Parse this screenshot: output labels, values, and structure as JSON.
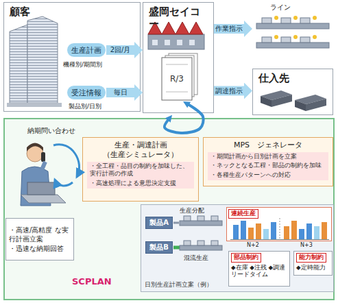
{
  "diagram": {
    "nodes": [
      {
        "text": [
          "顧客"
        ]
      },
      {
        "text": [
          "生産計画"
        ],
        "in": 0
      },
      {
        "text": [
          "受注情報"
        ],
        "in": 0
      },
      {
        "text": [
          "盛岡セイコー"
        ]
      },
      {
        "text": [
          "R/3"
        ],
        "in": 3
      },
      {
        "text": [
          "ライン"
        ]
      },
      {
        "text": [
          "仕入先"
        ]
      },
      {
        "text": [
          "SCPLAN"
        ]
      },
      {
        "text": [
          "生産・調達計画 （生産シミュレータ）",
          "・全工程・品目の制約を加味した、実行計画の作成",
          "・高速処理による意思決定支援"
        ],
        "in": 7
      },
      {
        "text": [
          "MPS　ジェネレータ",
          "・期間計画から日別計画を立案",
          "・ネックとなる工程・部品の制約を加味",
          "・各種生産パターンへの対応"
        ],
        "in": 7
      },
      {
        "text": [
          "・高速/高精度 な実行計画立案",
          "・迅速な納期回答"
        ],
        "in": 7
      },
      {
        "text": [
          "日別生産計画立案（例）"
        ],
        "in": 7
      },
      {
        "text": [
          "製品A"
        ],
        "in": 11
      },
      {
        "text": [
          "製品B"
        ],
        "in": 11
      },
      {
        "text": [
          "連続生産"
        ],
        "in": 11
      },
      {
        "text": [
          "部品制約",
          "◆在庫 ◆注残 ◆調達リードタイム"
        ],
        "in": 11
      },
      {
        "text": [
          "能力制約",
          "◆定時能力"
        ],
        "in": 11
      }
    ],
    "edges": [
      {
        "from": 1,
        "to": 3,
        "label": "2回/月",
        "arrow": "to"
      },
      {
        "from": 2,
        "to": 3,
        "label": "毎日",
        "arrow": "to"
      },
      {
        "from": 3,
        "to": 5,
        "label": "作業指示",
        "arrow": "to"
      },
      {
        "from": 3,
        "to": 6,
        "label": "調達指示",
        "arrow": "to"
      },
      {
        "from": 7,
        "to": 4,
        "arrow": "both"
      }
    ],
    "labels": [
      "機種別/期間別",
      "製品別/日別",
      "納期問い合わせ",
      "生産分配",
      "混流生産",
      "N+2",
      "N+3"
    ]
  }
}
